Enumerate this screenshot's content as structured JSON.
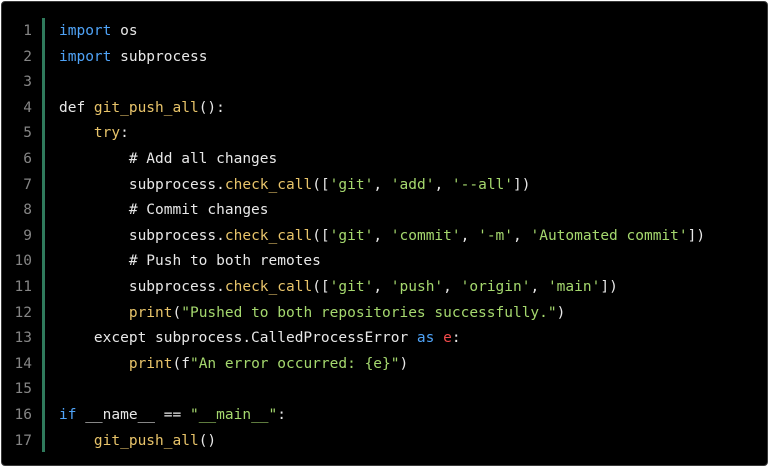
{
  "editor": {
    "line_numbers": [
      "1",
      "2",
      "3",
      "4",
      "5",
      "6",
      "7",
      "8",
      "9",
      "10",
      "11",
      "12",
      "13",
      "14",
      "15",
      "16",
      "17"
    ],
    "colors": {
      "background": "#000000",
      "gutter_rule": "#2f7a5c",
      "keyword": "#4fa3f7",
      "function": "#e8c46a",
      "string": "#a5d86e",
      "variable": "#f24a4a",
      "plain": "#e8e8e8",
      "line_number": "#858585"
    },
    "lines": [
      [
        {
          "t": "kw",
          "v": "import"
        },
        {
          "t": "pl",
          "v": " os"
        }
      ],
      [
        {
          "t": "kw",
          "v": "import"
        },
        {
          "t": "pl",
          "v": " subprocess"
        }
      ],
      [],
      [
        {
          "t": "pl",
          "v": "def "
        },
        {
          "t": "fn",
          "v": "git_push_all"
        },
        {
          "t": "pl",
          "v": "():"
        }
      ],
      [
        {
          "t": "pl",
          "v": "    "
        },
        {
          "t": "fn",
          "v": "try"
        },
        {
          "t": "pl",
          "v": ":"
        }
      ],
      [
        {
          "t": "pl",
          "v": "        # Add all changes"
        }
      ],
      [
        {
          "t": "pl",
          "v": "        subprocess."
        },
        {
          "t": "fn",
          "v": "check_call"
        },
        {
          "t": "pl",
          "v": "(["
        },
        {
          "t": "st",
          "v": "'git'"
        },
        {
          "t": "pl",
          "v": ", "
        },
        {
          "t": "st",
          "v": "'add'"
        },
        {
          "t": "pl",
          "v": ", "
        },
        {
          "t": "st",
          "v": "'--all'"
        },
        {
          "t": "pl",
          "v": "])"
        }
      ],
      [
        {
          "t": "pl",
          "v": "        # Commit changes"
        }
      ],
      [
        {
          "t": "pl",
          "v": "        subprocess."
        },
        {
          "t": "fn",
          "v": "check_call"
        },
        {
          "t": "pl",
          "v": "(["
        },
        {
          "t": "st",
          "v": "'git'"
        },
        {
          "t": "pl",
          "v": ", "
        },
        {
          "t": "st",
          "v": "'commit'"
        },
        {
          "t": "pl",
          "v": ", "
        },
        {
          "t": "st",
          "v": "'-m'"
        },
        {
          "t": "pl",
          "v": ", "
        },
        {
          "t": "st",
          "v": "'Automated commit'"
        },
        {
          "t": "pl",
          "v": "])"
        }
      ],
      [
        {
          "t": "pl",
          "v": "        # Push to both remotes"
        }
      ],
      [
        {
          "t": "pl",
          "v": "        subprocess."
        },
        {
          "t": "fn",
          "v": "check_call"
        },
        {
          "t": "pl",
          "v": "(["
        },
        {
          "t": "st",
          "v": "'git'"
        },
        {
          "t": "pl",
          "v": ", "
        },
        {
          "t": "st",
          "v": "'push'"
        },
        {
          "t": "pl",
          "v": ", "
        },
        {
          "t": "st",
          "v": "'origin'"
        },
        {
          "t": "pl",
          "v": ", "
        },
        {
          "t": "st",
          "v": "'main'"
        },
        {
          "t": "pl",
          "v": "])"
        }
      ],
      [
        {
          "t": "pl",
          "v": "        "
        },
        {
          "t": "fn",
          "v": "print"
        },
        {
          "t": "pl",
          "v": "("
        },
        {
          "t": "st",
          "v": "\"Pushed to both repositories successfully.\""
        },
        {
          "t": "pl",
          "v": ")"
        }
      ],
      [
        {
          "t": "pl",
          "v": "    except subprocess.CalledProcessError "
        },
        {
          "t": "kw",
          "v": "as"
        },
        {
          "t": "pl",
          "v": " "
        },
        {
          "t": "vr",
          "v": "e"
        },
        {
          "t": "pl",
          "v": ":"
        }
      ],
      [
        {
          "t": "pl",
          "v": "        "
        },
        {
          "t": "fn",
          "v": "print"
        },
        {
          "t": "pl",
          "v": "(f"
        },
        {
          "t": "st",
          "v": "\"An error occurred: {e}\""
        },
        {
          "t": "pl",
          "v": ")"
        }
      ],
      [],
      [
        {
          "t": "kw",
          "v": "if"
        },
        {
          "t": "pl",
          "v": " __name__ == "
        },
        {
          "t": "st",
          "v": "\"__main__\""
        },
        {
          "t": "pl",
          "v": ":"
        }
      ],
      [
        {
          "t": "pl",
          "v": "    "
        },
        {
          "t": "fn",
          "v": "git_push_all"
        },
        {
          "t": "pl",
          "v": "()"
        }
      ]
    ]
  }
}
